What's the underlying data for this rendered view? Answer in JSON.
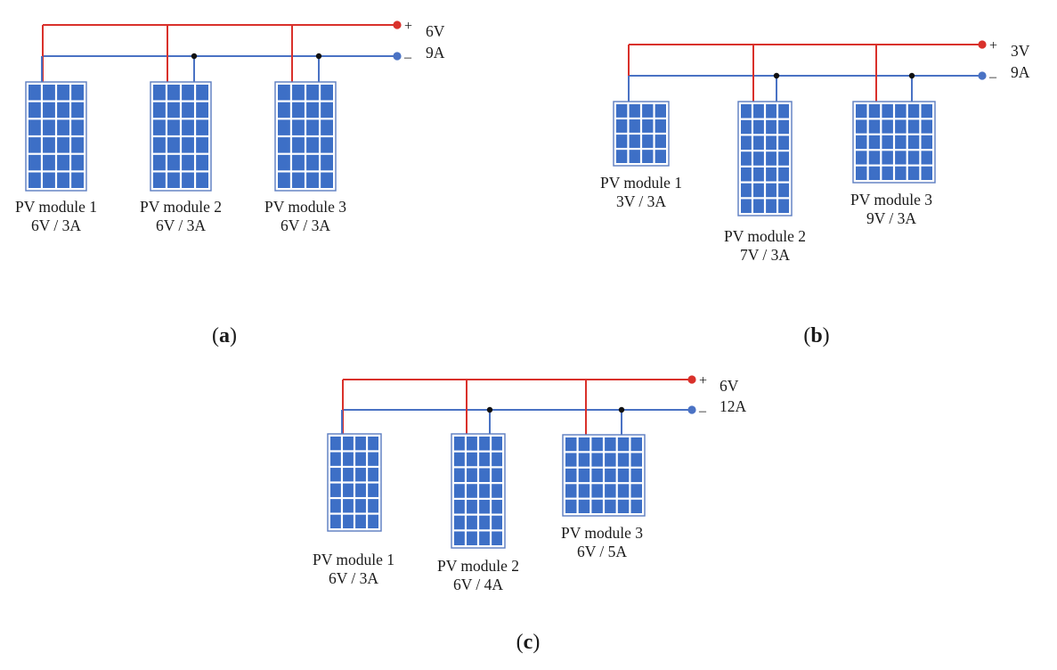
{
  "diagrams": [
    {
      "id": "a",
      "caption": "a",
      "output_voltage": "6V",
      "output_current": "9A",
      "plus": "+",
      "minus": "–",
      "modules": [
        {
          "name": "PV module 1",
          "rating": "6V / 3A",
          "cols": 4,
          "rows": 6
        },
        {
          "name": "PV module 2",
          "rating": "6V / 3A",
          "cols": 4,
          "rows": 6
        },
        {
          "name": "PV module 3",
          "rating": "6V / 3A",
          "cols": 4,
          "rows": 6
        }
      ]
    },
    {
      "id": "b",
      "caption": "b",
      "output_voltage": "3V",
      "output_current": "9A",
      "plus": "+",
      "minus": "–",
      "modules": [
        {
          "name": "PV module 1",
          "rating": "3V / 3A",
          "cols": 4,
          "rows": 4
        },
        {
          "name": "PV module 2",
          "rating": "7V / 3A",
          "cols": 4,
          "rows": 7
        },
        {
          "name": "PV module 3",
          "rating": "9V / 3A",
          "cols": 6,
          "rows": 5
        }
      ]
    },
    {
      "id": "c",
      "caption": "c",
      "output_voltage": "6V",
      "output_current": "12A",
      "plus": "+",
      "minus": "–",
      "modules": [
        {
          "name": "PV module 1",
          "rating": "6V / 3A",
          "cols": 4,
          "rows": 6
        },
        {
          "name": "PV module 2",
          "rating": "6V / 4A",
          "cols": 4,
          "rows": 7
        },
        {
          "name": "PV module 3",
          "rating": "6V / 5A",
          "cols": 6,
          "rows": 5
        }
      ]
    }
  ],
  "colors": {
    "positive_wire": "#d9312b",
    "negative_wire": "#4a72c4",
    "cell_fill": "#3d6fc6",
    "panel_border": "#5a7cc0",
    "junction": "#111111"
  }
}
